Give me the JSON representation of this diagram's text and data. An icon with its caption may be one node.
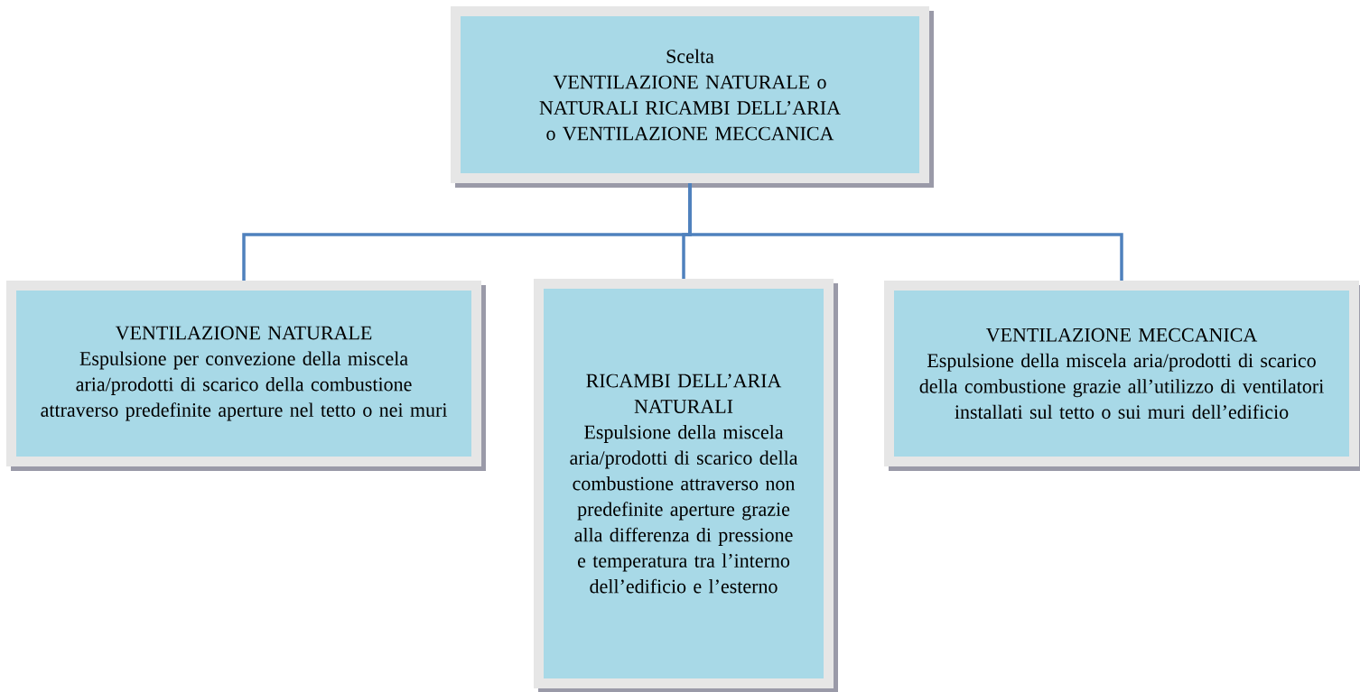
{
  "diagram": {
    "nodes": [
      {
        "text": [
          "Scelta",
          "VENTILAZIONE NATURALE o NATURALI RICAMBI DELL’ARIA o VENTILAZIONE MECCANICA"
        ]
      },
      {
        "text": [
          "VENTILAZIONE NATURALE",
          "Espulsione per convezione della miscela aria/prodotti di scarico della combustione attraverso predefinite aperture nel tetto o nei muri"
        ]
      },
      {
        "text": [
          "RICAMBI DELL’ARIA NATURALI",
          "Espulsione della miscela aria/prodotti di scarico della combustione attraverso non predefinite aperture grazie alla differenza di pressione e temperatura tra l’interno dell’edificio e l’esterno"
        ]
      },
      {
        "text": [
          "VENTILAZIONE MECCANICA",
          "Espulsione della miscela aria/prodotti di scarico della combustione grazie all’utilizzo di ventilatori installati sul tetto o sui muri dell’edificio"
        ]
      }
    ],
    "edges": [
      {
        "from": 0,
        "to": 1,
        "arrow": "none"
      },
      {
        "from": 0,
        "to": 2,
        "arrow": "none"
      },
      {
        "from": 0,
        "to": 3,
        "arrow": "none"
      }
    ]
  }
}
